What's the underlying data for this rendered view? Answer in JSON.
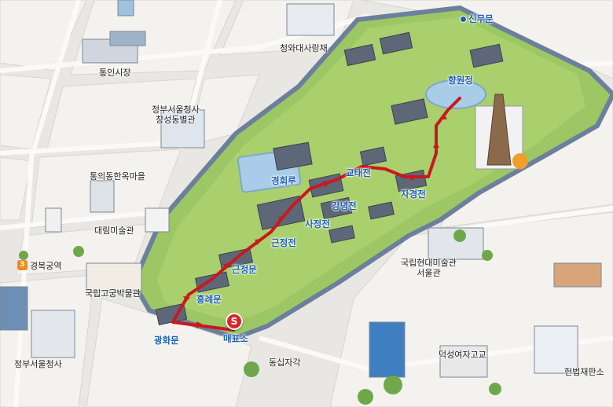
{
  "map": {
    "title": "",
    "start_marker": "S",
    "subway_marker": "3",
    "colors": {
      "route": "#c8191f",
      "palace_grass": "#9cc764",
      "palace_wall": "#6c7f9c",
      "pond": "#a9cde8",
      "label_blue": "#1d5fb0",
      "ground": "#e9e7e3"
    },
    "palace_labels": [
      {
        "id": "sinmumun",
        "text": "신무문"
      },
      {
        "id": "hyangwonjeong",
        "text": "향원정"
      },
      {
        "id": "gyeonghoeru",
        "text": "경회루"
      },
      {
        "id": "gyotaejeon",
        "text": "교태전"
      },
      {
        "id": "jagyeongjeon",
        "text": "자경전"
      },
      {
        "id": "gangnyeongjeon",
        "text": "강녕전"
      },
      {
        "id": "sajeongjeon",
        "text": "사정전"
      },
      {
        "id": "geunjeongjeon",
        "text": "근정전"
      },
      {
        "id": "geunjeongmun",
        "text": "근정문"
      },
      {
        "id": "heungnyemun",
        "text": "흥례문"
      },
      {
        "id": "gwanghwamun",
        "text": "광화문"
      },
      {
        "id": "maepyoso",
        "text": "매표소"
      }
    ],
    "area_labels": [
      {
        "id": "cheongwadae",
        "text": "청와대사랑채"
      },
      {
        "id": "tongin",
        "text": "통인시장"
      },
      {
        "id": "changseong",
        "text": "정부서울청사\n창성동별관"
      },
      {
        "id": "tongui",
        "text": "통의동한옥마을"
      },
      {
        "id": "daelim",
        "text": "대림미술관"
      },
      {
        "id": "station",
        "text": "경복궁역"
      },
      {
        "id": "gogung",
        "text": "국립고궁박물관"
      },
      {
        "id": "gov",
        "text": "정부서울청사"
      },
      {
        "id": "dongsipjagak",
        "text": "동십자각"
      },
      {
        "id": "mmca",
        "text": "국립현대미술관\n서울관"
      },
      {
        "id": "deokseong",
        "text": "덕성여자고교"
      },
      {
        "id": "court",
        "text": "헌법재판소"
      }
    ]
  }
}
